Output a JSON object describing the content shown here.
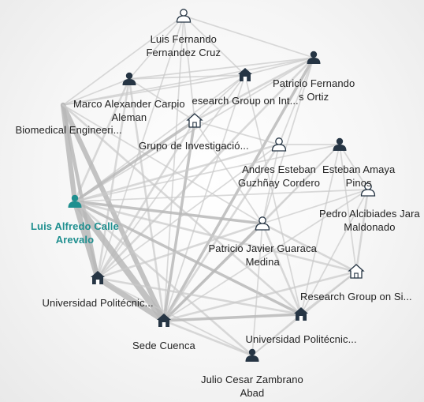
{
  "colors": {
    "focus": "#1f8f8f",
    "node": "#263544",
    "edge": "#c9c9c9",
    "edge_strong": "#b8b8b8"
  },
  "nodes": [
    {
      "id": "luis-fernando",
      "icon": "person-outline-icon",
      "lines": [
        "Luis Fernando",
        "Fernandez Cruz"
      ]
    },
    {
      "id": "patricio-fernando",
      "icon": "person-icon",
      "lines": [
        "Patricio Fernando",
        "s Ortiz"
      ]
    },
    {
      "id": "research-int",
      "icon": "building-icon",
      "lines": [
        "esearch Group on Int..."
      ]
    },
    {
      "id": "marco",
      "icon": "person-icon",
      "lines": [
        "Marco Alexander Carpio",
        "Aleman"
      ]
    },
    {
      "id": "biomedical",
      "icon": "",
      "lines": [
        "Biomedical Engineeri..."
      ]
    },
    {
      "id": "grupo",
      "icon": "building-outline-icon",
      "lines": [
        "Grupo de Investigació..."
      ]
    },
    {
      "id": "andres",
      "icon": "person-outline-icon",
      "lines": [
        "Andres Esteban",
        "Guzhñay Cordero"
      ]
    },
    {
      "id": "esteban",
      "icon": "person-icon",
      "lines": [
        "Esteban Amaya",
        "Pinos"
      ]
    },
    {
      "id": "pedro",
      "icon": "person-outline-icon",
      "lines": [
        "Pedro Alcibiades Jara",
        "Maldonado"
      ]
    },
    {
      "id": "luis-alfredo",
      "icon": "person-focus-icon",
      "lines": [
        "Luis Alfredo Calle",
        "Arevalo"
      ]
    },
    {
      "id": "patricio-javier",
      "icon": "person-outline-icon",
      "lines": [
        "Patricio Javier Guaraca",
        "Medina"
      ]
    },
    {
      "id": "universidad-1",
      "icon": "building-icon",
      "lines": [
        "Universidad Politécnic..."
      ]
    },
    {
      "id": "research-si",
      "icon": "building-outline-icon",
      "lines": [
        "Research Group on Si..."
      ]
    },
    {
      "id": "sede-cuenca",
      "icon": "building-icon",
      "lines": [
        "Sede Cuenca"
      ]
    },
    {
      "id": "universidad-2",
      "icon": "building-icon",
      "lines": [
        "Universidad Politécnic..."
      ]
    },
    {
      "id": "julio",
      "icon": "person-icon",
      "lines": [
        "Julio Cesar Zambrano",
        "Abad"
      ]
    }
  ],
  "edges": [
    [
      "luis-fernando",
      "patricio-fernando",
      1
    ],
    [
      "luis-fernando",
      "research-int",
      1
    ],
    [
      "luis-fernando",
      "marco",
      1
    ],
    [
      "luis-fernando",
      "biomedical",
      1
    ],
    [
      "luis-fernando",
      "grupo",
      1
    ],
    [
      "luis-fernando",
      "universidad-1",
      1
    ],
    [
      "luis-fernando",
      "sede-cuenca",
      1
    ],
    [
      "patricio-fernando",
      "research-int",
      1
    ],
    [
      "patricio-fernando",
      "biomedical",
      1
    ],
    [
      "patricio-fernando",
      "marco",
      1
    ],
    [
      "patricio-fernando",
      "grupo",
      2
    ],
    [
      "patricio-fernando",
      "andres",
      1
    ],
    [
      "patricio-fernando",
      "universidad-1",
      2
    ],
    [
      "patricio-fernando",
      "sede-cuenca",
      3
    ],
    [
      "patricio-fernando",
      "luis-alfredo",
      1
    ],
    [
      "patricio-fernando",
      "patricio-javier",
      1
    ],
    [
      "research-int",
      "marco",
      1
    ],
    [
      "research-int",
      "biomedical",
      1
    ],
    [
      "research-int",
      "grupo",
      1
    ],
    [
      "research-int",
      "luis-alfredo",
      1
    ],
    [
      "research-int",
      "universidad-1",
      1
    ],
    [
      "research-int",
      "sede-cuenca",
      1
    ],
    [
      "research-int",
      "universidad-2",
      1
    ],
    [
      "marco",
      "biomedical",
      1
    ],
    [
      "marco",
      "grupo",
      1
    ],
    [
      "marco",
      "luis-alfredo",
      2
    ],
    [
      "marco",
      "universidad-1",
      2
    ],
    [
      "marco",
      "sede-cuenca",
      2
    ],
    [
      "biomedical",
      "luis-alfredo",
      6
    ],
    [
      "biomedical",
      "universidad-1",
      4
    ],
    [
      "biomedical",
      "sede-cuenca",
      6
    ],
    [
      "biomedical",
      "universidad-2",
      2
    ],
    [
      "biomedical",
      "patricio-javier",
      1
    ],
    [
      "grupo",
      "luis-alfredo",
      3
    ],
    [
      "grupo",
      "universidad-1",
      2
    ],
    [
      "grupo",
      "sede-cuenca",
      3
    ],
    [
      "grupo",
      "andres",
      1
    ],
    [
      "grupo",
      "patricio-javier",
      1
    ],
    [
      "andres",
      "esteban",
      1
    ],
    [
      "andres",
      "universidad-1",
      1
    ],
    [
      "andres",
      "sede-cuenca",
      2
    ],
    [
      "andres",
      "luis-alfredo",
      2
    ],
    [
      "andres",
      "patricio-javier",
      1
    ],
    [
      "esteban",
      "pedro",
      1
    ],
    [
      "esteban",
      "research-si",
      1
    ],
    [
      "esteban",
      "patricio-javier",
      1
    ],
    [
      "esteban",
      "sede-cuenca",
      1
    ],
    [
      "esteban",
      "luis-alfredo",
      1
    ],
    [
      "esteban",
      "universidad-2",
      1
    ],
    [
      "pedro",
      "research-si",
      2
    ],
    [
      "pedro",
      "universidad-2",
      1
    ],
    [
      "pedro",
      "patricio-javier",
      1
    ],
    [
      "pedro",
      "sede-cuenca",
      1
    ],
    [
      "pedro",
      "luis-alfredo",
      1
    ],
    [
      "luis-alfredo",
      "patricio-javier",
      3
    ],
    [
      "luis-alfredo",
      "universidad-1",
      7
    ],
    [
      "luis-alfredo",
      "sede-cuenca",
      8
    ],
    [
      "luis-alfredo",
      "universidad-2",
      3
    ],
    [
      "luis-alfredo",
      "research-si",
      2
    ],
    [
      "luis-alfredo",
      "julio",
      2
    ],
    [
      "patricio-javier",
      "universidad-1",
      2
    ],
    [
      "patricio-javier",
      "sede-cuenca",
      3
    ],
    [
      "patricio-javier",
      "research-si",
      2
    ],
    [
      "patricio-javier",
      "universidad-2",
      2
    ],
    [
      "patricio-javier",
      "julio",
      1
    ],
    [
      "universidad-1",
      "sede-cuenca",
      7
    ],
    [
      "universidad-1",
      "universidad-2",
      2
    ],
    [
      "universidad-1",
      "julio",
      1
    ],
    [
      "research-si",
      "universidad-2",
      2
    ],
    [
      "research-si",
      "sede-cuenca",
      2
    ],
    [
      "research-si",
      "julio",
      1
    ],
    [
      "sede-cuenca",
      "universidad-2",
      3
    ],
    [
      "sede-cuenca",
      "julio",
      2
    ],
    [
      "universidad-2",
      "julio",
      1
    ]
  ]
}
